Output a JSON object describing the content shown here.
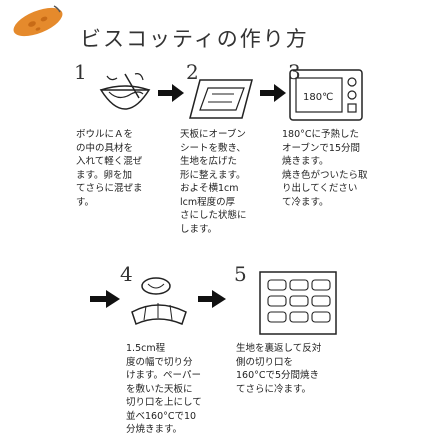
{
  "header": {
    "title": "ビスコッティの作り方"
  },
  "steps": [
    {
      "number": "1",
      "text": "ボウルにＡを\nの中の具材を\n入れて軽く混ぜ\nます。卵を加\nてさらに混ぜま\nす。"
    },
    {
      "number": "2",
      "text": "天板にオーブン\nシートを敷き、\n生地を広げた\n形に整えます。\nおよそ横1cm\nlcm程度の厚\nさにした状態に\nします。"
    },
    {
      "number": "3",
      "text": "180°Cに予熱した\nオーブンで15分間\n焼きます。\n焼き色がついたら取\nり出してください\nて冷ます。"
    },
    {
      "number": "4",
      "text": "1.5cm程\n度の幅で切り分\nけます。ペーパー\nを敷いた天板に\n切り口を上にして\n並べ160°Cで10\n分焼きます。"
    },
    {
      "number": "5",
      "text": "生地を裏返して反対\n側の切り口を\n160°Cで5分間焼き\nてさらに冷ます。"
    }
  ],
  "colors": {
    "accent": "#e58a2c",
    "ink": "#222222",
    "arrow": "#111111"
  },
  "icons": [
    "almond-logo-icon",
    "mixing-bowl-icon",
    "baking-tray-icon",
    "oven-icon",
    "cutting-loaf-icon",
    "tray-biscotti-icon",
    "arrow-right-icon"
  ]
}
